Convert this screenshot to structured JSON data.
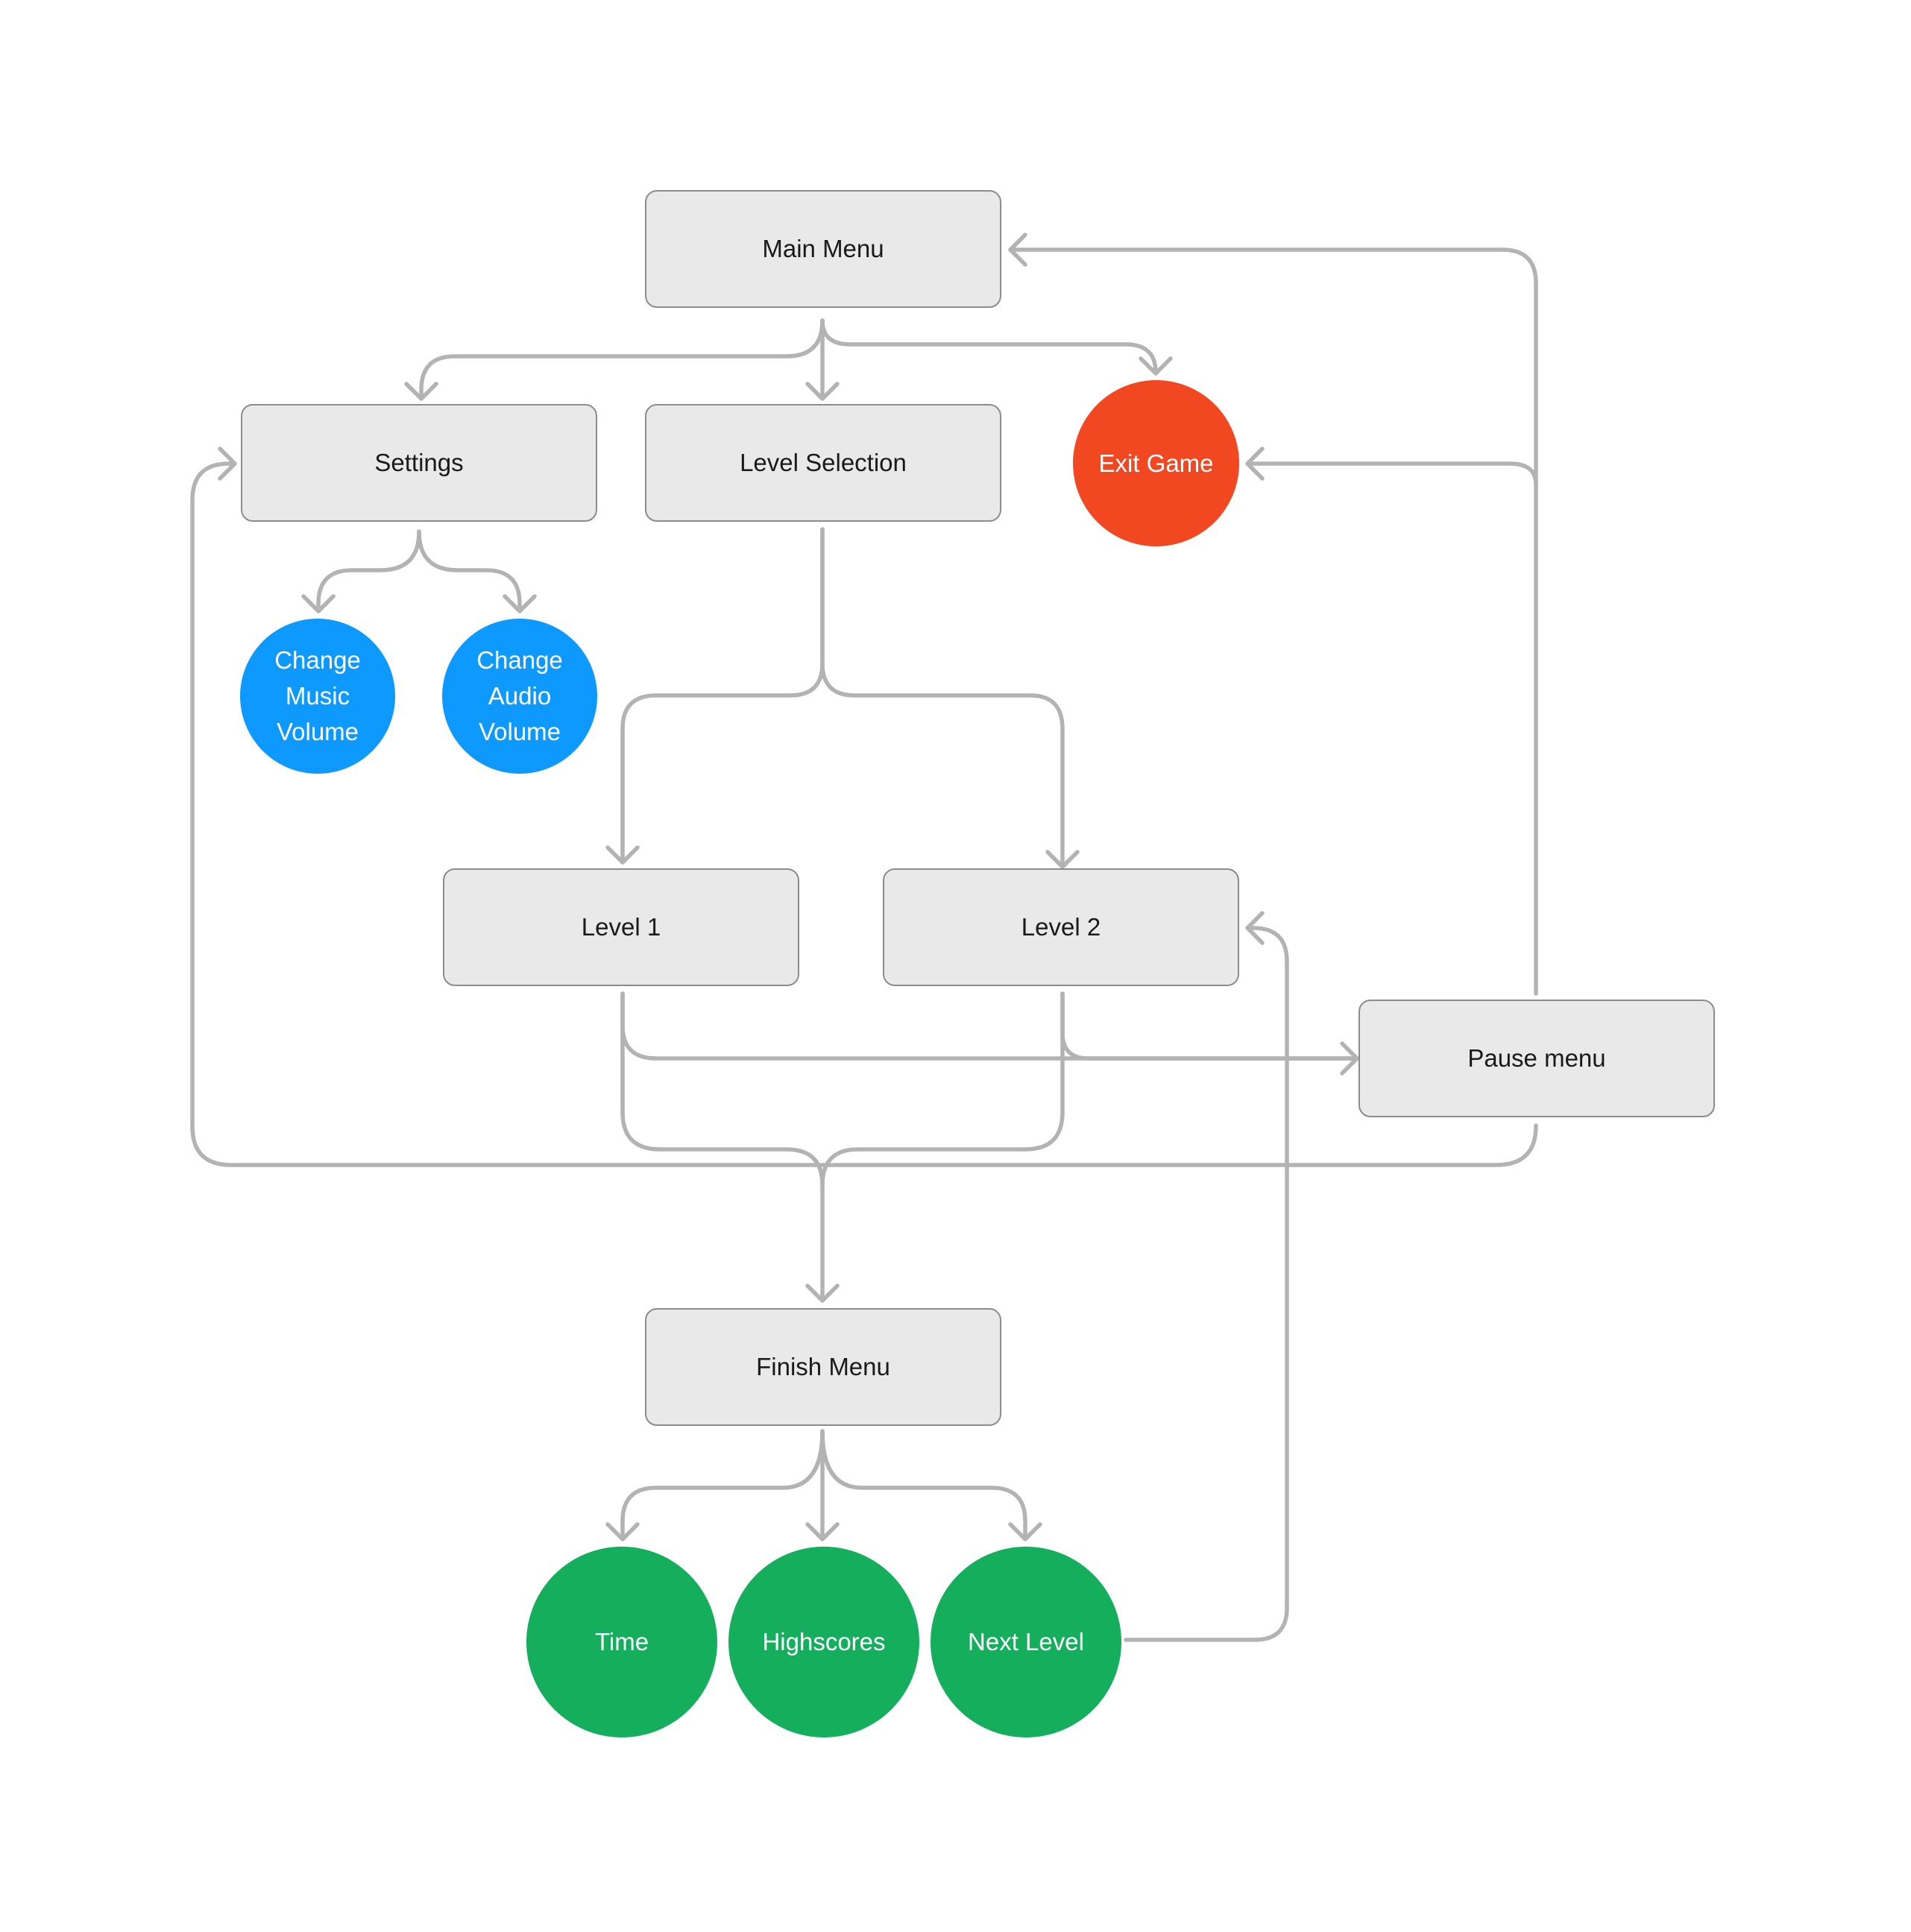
{
  "nodes": {
    "main_menu": "Main Menu",
    "settings": "Settings",
    "level_selection": "Level Selection",
    "exit_game": "Exit Game",
    "change_music_volume": "Change\nMusic\nVolume",
    "change_audio_volume": "Change\nAudio\nVolume",
    "level_1": "Level 1",
    "level_2": "Level 2",
    "pause_menu": "Pause menu",
    "finish_menu": "Finish Menu",
    "time": "Time",
    "highscores": "Highscores",
    "next_level": "Next Level"
  },
  "colors": {
    "box_fill": "#e9e9e9",
    "connector": "#b3b3b3",
    "exit": "#f24822",
    "settings_options": "#0d99ff",
    "finish_options": "#14ae5c"
  }
}
